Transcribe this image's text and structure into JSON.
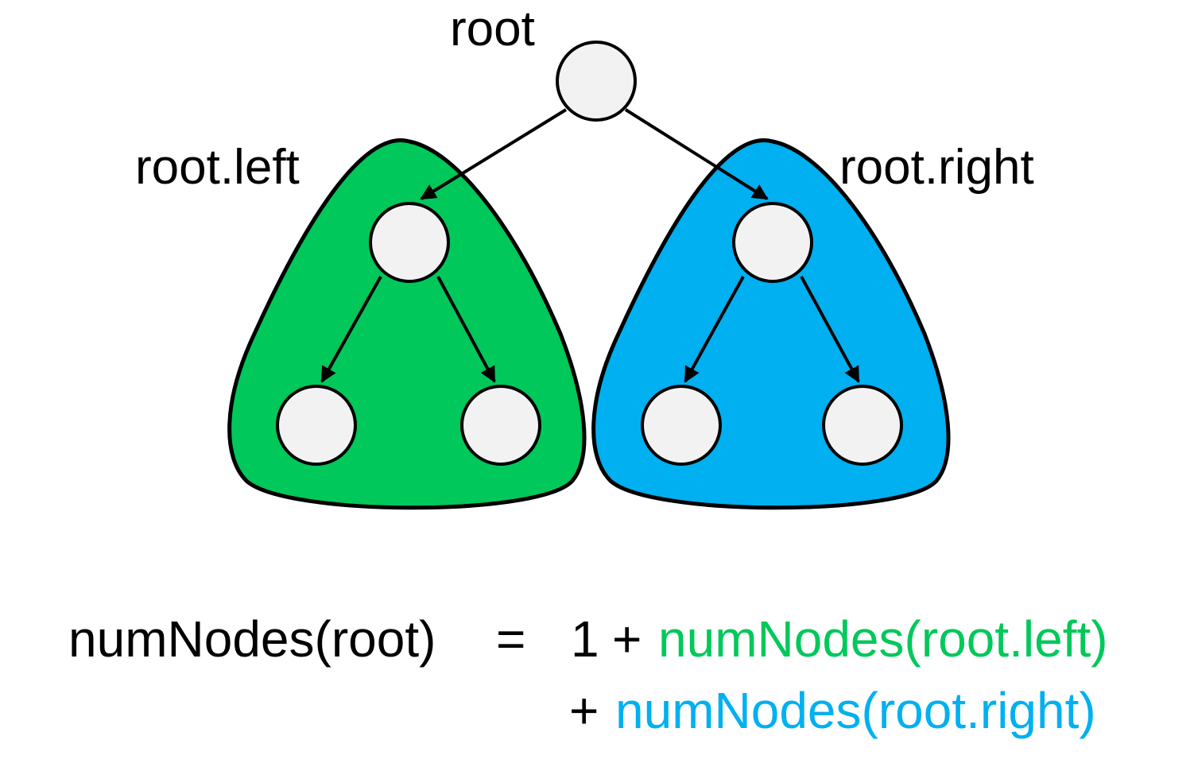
{
  "colors": {
    "left_subtree": "#00c85a",
    "right_subtree": "#00b0f0",
    "node_fill": "#f2f2f2",
    "outline": "#000000",
    "text": "#000000"
  },
  "labels": {
    "root": "root",
    "left": "root.left",
    "right": "root.right"
  },
  "equation": {
    "lhs": "numNodes(root)",
    "equals": "=",
    "one": "1",
    "plus": "+",
    "left_call": "numNodes(root.left)",
    "right_call": "numNodes(root.right)"
  }
}
